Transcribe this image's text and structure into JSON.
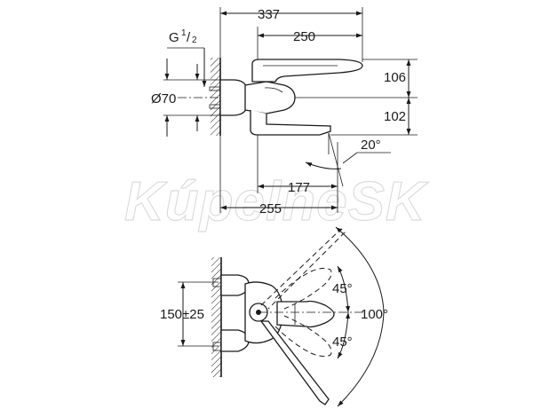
{
  "side_view": {
    "dim_overall_width": "337",
    "dim_handle_width": "250",
    "dim_thread_main": "G",
    "dim_thread_num": "1",
    "dim_thread_den": "2",
    "dim_diameter": "Ø70",
    "dim_upper_height": "106",
    "dim_lower_height": "102",
    "dim_spout_angle": "20°",
    "dim_spout_reach": "177",
    "dim_total_reach": "255"
  },
  "top_view": {
    "dim_inlet_spacing": "150±25",
    "dim_angle_upper": "45°",
    "dim_angle_lower": "45°",
    "dim_angle_total": "100°"
  },
  "watermark": "KúpelneSK",
  "colors": {
    "line": "#1a1a1a",
    "watermark": "#dcdcdc"
  }
}
